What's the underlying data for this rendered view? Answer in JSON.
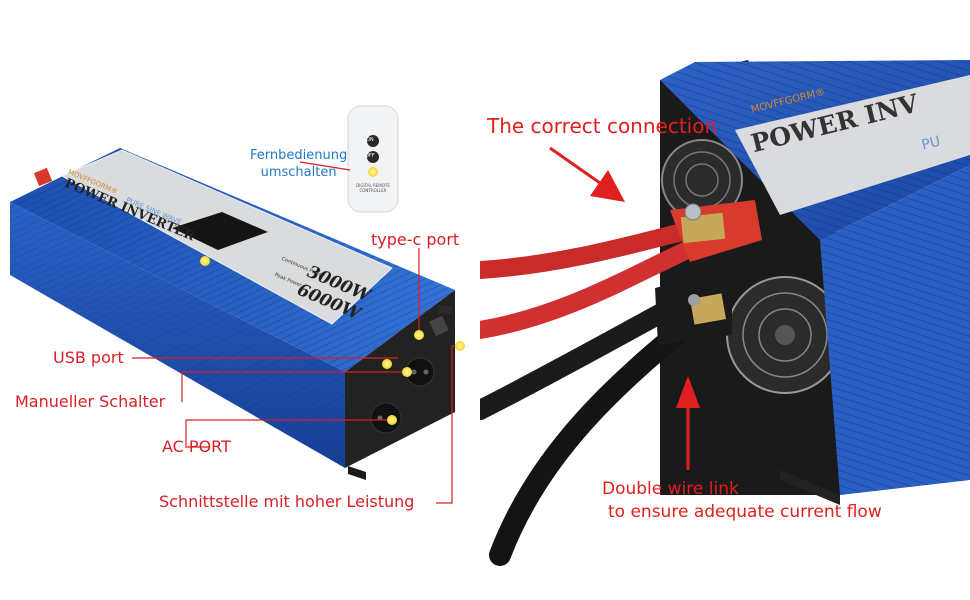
{
  "left_panel": {
    "remote": {
      "label_line1": "Fernbedienung",
      "label_line2": "umschalten",
      "on": "ON",
      "off": "OFF",
      "caption": "DIGITAL REMOTE CONTROLLER"
    },
    "inverter": {
      "brand": "MOVFFGORM®",
      "title": "POWER INVERTER",
      "subtitle": "PURE SINE WAVE",
      "continuous_label": "Continuous Power",
      "continuous_value": "3000W",
      "peak_label": "Peak Power",
      "peak_value": "6000W"
    },
    "callouts": {
      "typec": "type-c port",
      "usb": "USB port",
      "schalter": "Manueller Schalter",
      "ac": "AC PORT",
      "schnitt": "Schnittstelle mit hoher Leistung"
    }
  },
  "right_panel": {
    "inverter": {
      "brand": "MOVFFGORM®",
      "title": "POWER INV",
      "subtitle_partial": "PU"
    },
    "correct_connection": "The correct connection",
    "double_wire_line1": "Double wire link",
    "double_wire_line2": "to ensure adequate current flow"
  },
  "colors": {
    "callout_red": "#d81f26",
    "remote_label_blue": "#1f78c8",
    "inverter_blue": "#2a5fc4",
    "terminal_red": "#d83b2c",
    "marker_yellow": "#f4e04a"
  }
}
